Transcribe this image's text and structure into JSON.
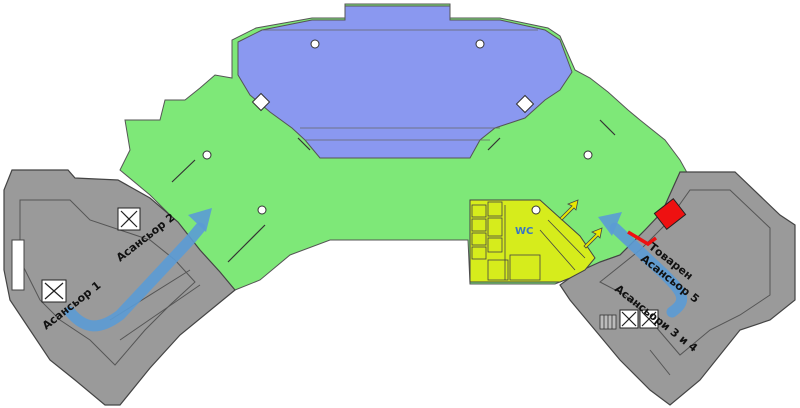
{
  "labels": {
    "elevator_1": "Асансьор 1",
    "elevator_2": "Асансьор 2",
    "elevators_3_4": "Асансьори 3 и 4",
    "freight_elevator_line1": "Товарен",
    "freight_elevator_line2": "Асансьор 5",
    "wc": "WC"
  },
  "colors": {
    "hall": "#8a98f0",
    "floor": "#7ee878",
    "service": "#9a9a9a",
    "wc_area": "#d6ec1c",
    "route_arrow": "#5b9bd5",
    "freight_marker": "#ee1111",
    "directional_arrow": "#e8e800"
  },
  "icons": {
    "elevator": "elevator-x-box-icon",
    "column": "round-column-icon",
    "route": "route-arrow-icon",
    "direction": "direction-arrow-icon"
  }
}
